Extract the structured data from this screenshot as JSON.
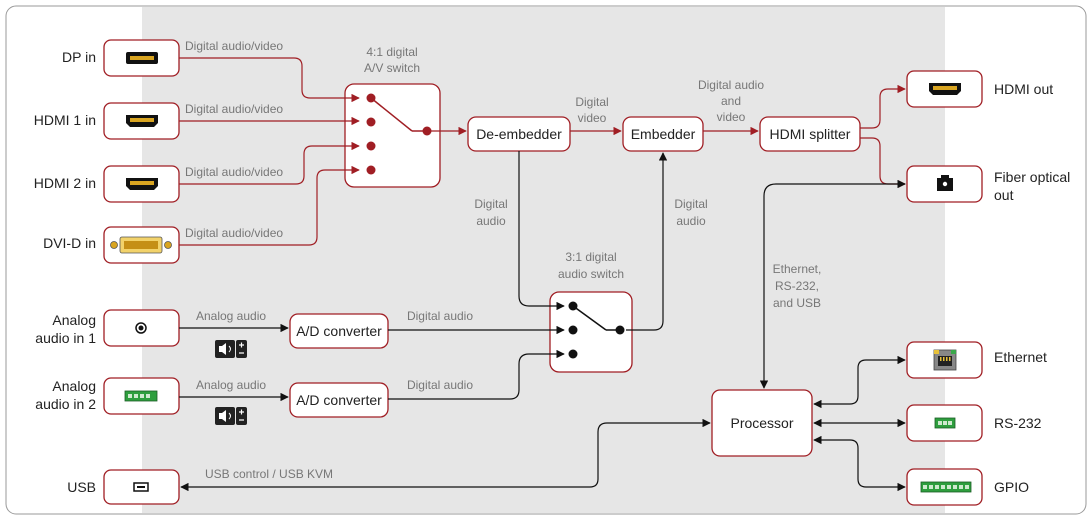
{
  "inputs": {
    "dp": "DP in",
    "hdmi1": "HDMI 1 in",
    "hdmi2": "HDMI 2 in",
    "dvid": "DVI-D in",
    "analog1_line1": "Analog",
    "analog1_line2": "audio in 1",
    "analog2_line1": "Analog",
    "analog2_line2": "audio in 2",
    "usb": "USB"
  },
  "outputs": {
    "hdmi_out": "HDMI out",
    "fiber_line1": "Fiber optical",
    "fiber_line2": "out",
    "ethernet": "Ethernet",
    "rs232": "RS-232",
    "gpio": "GPIO"
  },
  "blocks": {
    "av_switch_line1": "4:1 digital",
    "av_switch_line2": "A/V switch",
    "audio_switch_line1": "3:1 digital",
    "audio_switch_line2": "audio switch",
    "deembedder": "De-embedder",
    "embedder": "Embedder",
    "splitter": "HDMI splitter",
    "ad1": "A/D converter",
    "ad2": "A/D converter",
    "processor": "Processor"
  },
  "signals": {
    "dav1": "Digital audio/video",
    "dav2": "Digital audio/video",
    "dav3": "Digital audio/video",
    "dav4": "Digital audio/video",
    "dv_line1": "Digital",
    "dv_line2": "video",
    "dav_line1": "Digital audio",
    "dav_line2": "and",
    "dav_line3": "video",
    "da_left_line1": "Digital",
    "da_left_line2": "audio",
    "da_right_line1": "Digital",
    "da_right_line2": "audio",
    "analog1": "Analog audio",
    "analog2": "Analog audio",
    "digital1": "Digital audio",
    "digital2": "Digital audio",
    "eth_line1": "Ethernet,",
    "eth_line2": "RS-232,",
    "eth_line3": "and USB",
    "usb": "USB control / USB KVM"
  },
  "colors": {
    "accent": "#a01e24",
    "panel": "#e6e6e6",
    "connector_green": "#2e9e3e",
    "hdmi_gold": "#d9a521"
  }
}
